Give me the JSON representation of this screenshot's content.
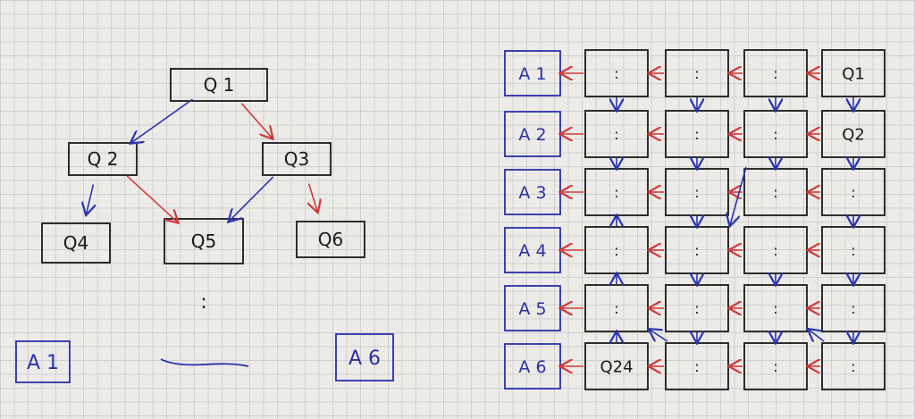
{
  "colors": {
    "ink": "#1a1a1a",
    "answer": "#2a2fa8",
    "yes_edge": "#2b35b0",
    "no_edge": "#d23a3a"
  },
  "tree": {
    "nodes": [
      {
        "id": "Q1",
        "label": "Q 1"
      },
      {
        "id": "Q2",
        "label": "Q 2"
      },
      {
        "id": "Q3",
        "label": "Q3"
      },
      {
        "id": "Q4",
        "label": "Q4"
      },
      {
        "id": "Q5",
        "label": "Q5"
      },
      {
        "id": "Q6",
        "label": "Q6"
      }
    ],
    "edges": [
      {
        "from": "Q1",
        "to": "Q2",
        "kind": "yes"
      },
      {
        "from": "Q1",
        "to": "Q3",
        "kind": "no"
      },
      {
        "from": "Q2",
        "to": "Q4",
        "kind": "yes"
      },
      {
        "from": "Q2",
        "to": "Q5",
        "kind": "no"
      },
      {
        "from": "Q3",
        "to": "Q5",
        "kind": "yes"
      },
      {
        "from": "Q3",
        "to": "Q6",
        "kind": "no"
      }
    ],
    "ellipsis": ":",
    "answers": [
      {
        "label": "A 1"
      },
      {
        "label": "A 6"
      }
    ]
  },
  "grid": {
    "answers": [
      "A 1",
      "A 2",
      "A 3",
      "A 4",
      "A 5",
      "A 6"
    ],
    "cells": [
      [
        ":",
        ":",
        ":",
        "Q1"
      ],
      [
        ":",
        ":",
        ":",
        "Q2"
      ],
      [
        ":",
        ":",
        ":",
        ":"
      ],
      [
        ":",
        ":",
        ":",
        ":"
      ],
      [
        ":",
        ":",
        ":",
        ":"
      ],
      [
        "Q24",
        ":",
        ":",
        ":"
      ]
    ],
    "vertical_arrows": [
      {
        "col": 0,
        "from_row": 0,
        "to_row": 1
      },
      {
        "col": 1,
        "from_row": 0,
        "to_row": 1
      },
      {
        "col": 2,
        "from_row": 0,
        "to_row": 1
      },
      {
        "col": 3,
        "from_row": 0,
        "to_row": 1
      },
      {
        "col": 0,
        "from_row": 1,
        "to_row": 2
      },
      {
        "col": 1,
        "from_row": 1,
        "to_row": 2
      },
      {
        "col": 2,
        "from_row": 1,
        "to_row": 2
      },
      {
        "col": 3,
        "from_row": 1,
        "to_row": 2
      },
      {
        "col": 0,
        "from_row": 3,
        "to_row": 2
      },
      {
        "col": 1,
        "from_row": 2,
        "to_row": 3
      },
      {
        "col": 3,
        "from_row": 2,
        "to_row": 3
      },
      {
        "col": 0,
        "from_row": 4,
        "to_row": 3
      },
      {
        "col": 1,
        "from_row": 3,
        "to_row": 4
      },
      {
        "col": 2,
        "from_row": 3,
        "to_row": 4
      },
      {
        "col": 3,
        "from_row": 3,
        "to_row": 4
      },
      {
        "col": 0,
        "from_row": 5,
        "to_row": 4
      },
      {
        "col": 1,
        "from_row": 4,
        "to_row": 5
      },
      {
        "col": 2,
        "from_row": 4,
        "to_row": 5
      },
      {
        "col": 3,
        "from_row": 4,
        "to_row": 5
      }
    ],
    "diagonal_arrows": [
      {
        "from": [
          2,
          2
        ],
        "to": [
          3,
          1
        ]
      },
      {
        "from": [
          5,
          1
        ],
        "to": [
          4,
          0
        ]
      },
      {
        "from": [
          5,
          3
        ],
        "to": [
          4,
          2
        ]
      }
    ]
  }
}
